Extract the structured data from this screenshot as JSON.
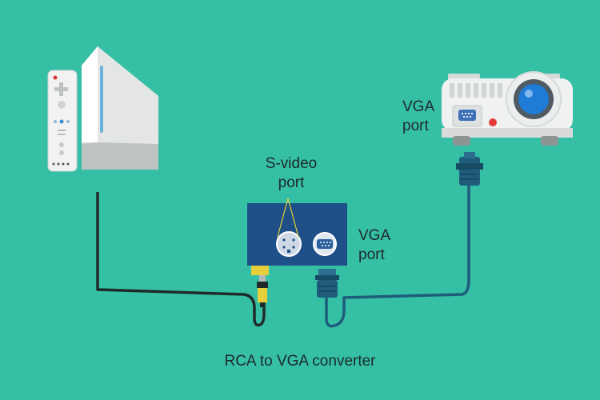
{
  "labels": {
    "svideo_line1": "S-video",
    "svideo_line2": "port",
    "vga_converter_line1": "VGA",
    "vga_converter_line2": "port",
    "vga_projector_line1": "VGA",
    "vga_projector_line2": "port",
    "caption": "RCA to VGA converter"
  },
  "colors": {
    "background": "#35bfa5",
    "converter_body": "#1e4f86",
    "rca_cable": "#1f2a2a",
    "vga_cable": "#1f5c7a",
    "rca_plug": "#e6cf3a",
    "console_white": "#eeeeee",
    "projector_lens": "#1f7cd6",
    "callout_line": "#e6cf3a"
  },
  "icons": [
    "wii-remote-icon",
    "wii-console-icon",
    "projector-icon",
    "converter-box-icon",
    "rca-plug-icon",
    "vga-plug-icon",
    "svideo-port-icon",
    "vga-port-icon"
  ]
}
